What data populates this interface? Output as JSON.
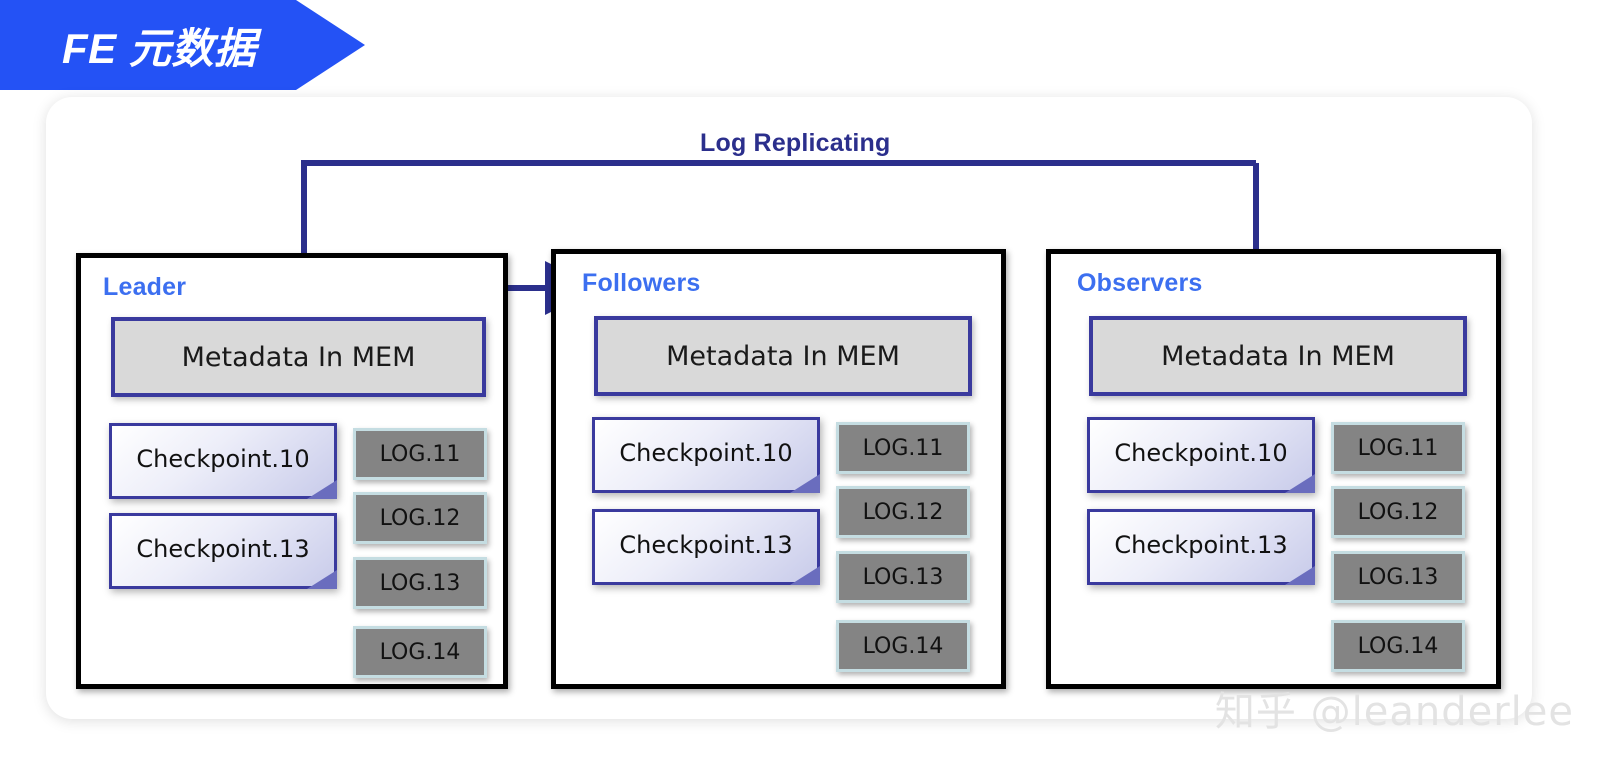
{
  "banner": {
    "title": "FE 元数据",
    "background_color": "#2452F5",
    "text_color": "#ffffff"
  },
  "flow": {
    "label": "Log Replicating",
    "label_color": "#2B2F8C",
    "arrow_color": "#2B2F8C"
  },
  "colors": {
    "panel_border": "#000000",
    "panel_title": "#3C6FF0",
    "metadata_fill": "#D9D9D9",
    "metadata_border": "#3A3A9E",
    "checkpoint_border": "#3A3A9E",
    "log_fill": "#848484",
    "log_border": "#C5DDE2"
  },
  "panels": [
    {
      "id": "leader",
      "title": "Leader",
      "metadata": "Metadata In MEM",
      "checkpoints": [
        "Checkpoint.10",
        "Checkpoint.13"
      ],
      "logs": [
        "LOG.11",
        "LOG.12",
        "LOG.13",
        "LOG.14"
      ]
    },
    {
      "id": "followers",
      "title": "Followers",
      "metadata": "Metadata In MEM",
      "checkpoints": [
        "Checkpoint.10",
        "Checkpoint.13"
      ],
      "logs": [
        "LOG.11",
        "LOG.12",
        "LOG.13",
        "LOG.14"
      ]
    },
    {
      "id": "observers",
      "title": "Observers",
      "metadata": "Metadata In MEM",
      "checkpoints": [
        "Checkpoint.10",
        "Checkpoint.13"
      ],
      "logs": [
        "LOG.11",
        "LOG.12",
        "LOG.13",
        "LOG.14"
      ]
    }
  ],
  "watermark": {
    "text": "知乎 @leanderlee"
  }
}
